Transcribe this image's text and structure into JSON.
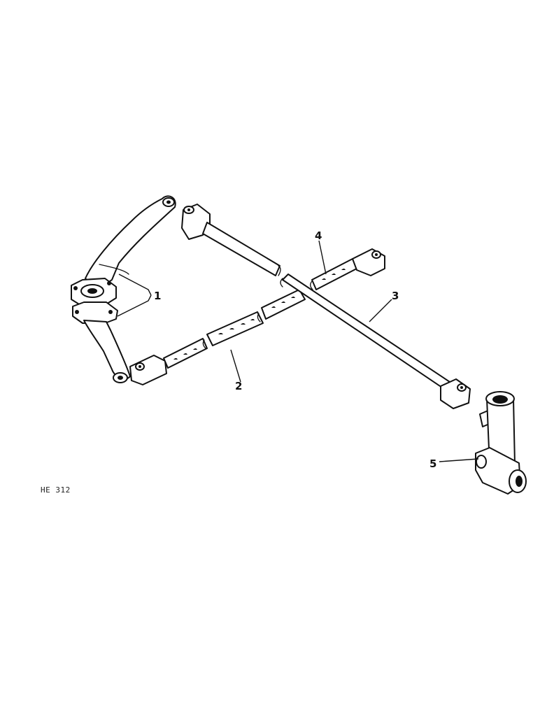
{
  "callouts": {
    "c1": "1",
    "c2": "2",
    "c3": "3",
    "c4": "4",
    "c5": "5"
  },
  "figure_code": "HE 312"
}
